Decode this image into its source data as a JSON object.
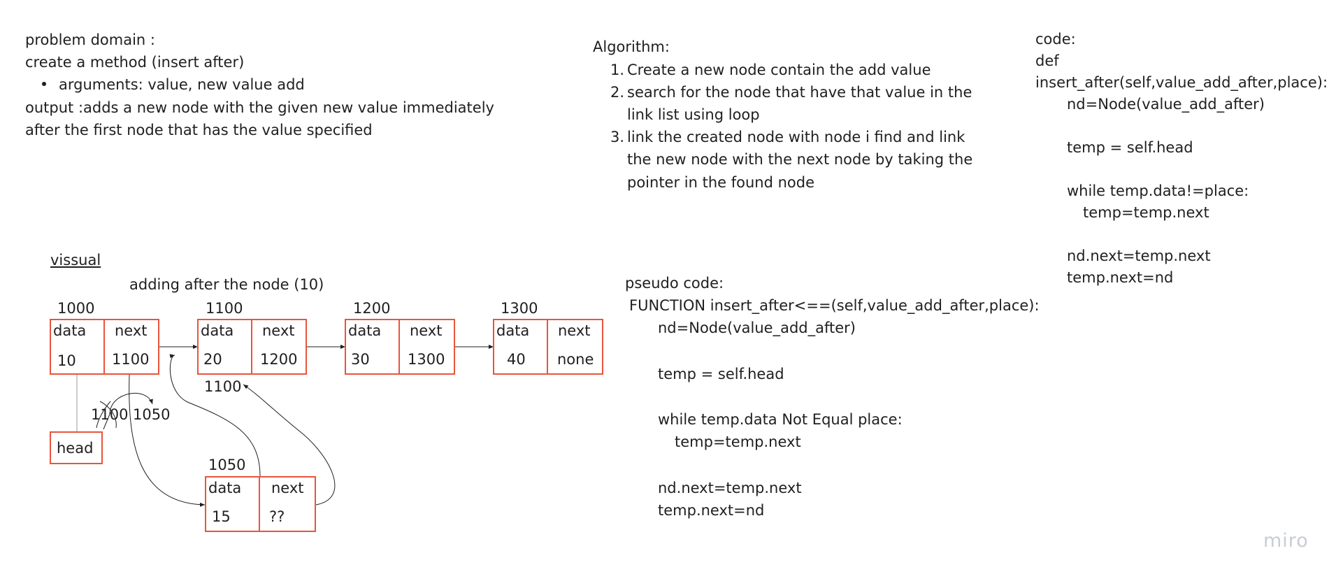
{
  "problem": {
    "heading": "problem domain :",
    "line1": "create a method (insert after)",
    "bullet": "arguments: value, new value add",
    "output1": "output :adds a new node with the given new value immediately",
    "output2": "after the first node that has the value specified"
  },
  "algorithm": {
    "heading": "Algorithm:",
    "steps": [
      {
        "num": "1.",
        "lines": [
          "Create a new node contain the add value"
        ]
      },
      {
        "num": "2.",
        "lines": [
          "search for the node that have that value in the",
          "link list using loop"
        ]
      },
      {
        "num": "3.",
        "lines": [
          "link the created node with node i find and link",
          "the new node with the next node by taking the",
          "pointer in the found node"
        ]
      }
    ]
  },
  "code": {
    "lines": [
      "code:",
      "def",
      "insert_after(self,value_add_after,place):",
      "nd=Node(value_add_after)",
      "",
      "temp = self.head",
      "",
      "while temp.data!=place:",
      "temp=temp.next",
      "",
      "nd.next=temp.next",
      "temp.next=nd"
    ]
  },
  "pseudo": {
    "heading": "pseudo code:",
    "func": "FUNCTION insert_after<==(self,value_add_after,place):",
    "lines": [
      "nd=Node(value_add_after)",
      "temp = self.head",
      "while temp.data Not Equal place:",
      "temp=temp.next",
      "nd.next=temp.next",
      "temp.next=nd"
    ]
  },
  "visual": {
    "title": "vissual",
    "subtitle": "adding after the node (10)",
    "nodes": [
      {
        "addr": "1000",
        "data_label": "data",
        "next_label": "next",
        "data": "10",
        "next": "1100"
      },
      {
        "addr": "1100",
        "data_label": "data",
        "next_label": "next",
        "data": "20",
        "next": "1200"
      },
      {
        "addr": "1200",
        "data_label": "data",
        "next_label": "next",
        "data": "30",
        "next": "1300"
      },
      {
        "addr": "1300",
        "data_label": "data",
        "next_label": "next",
        "data": "40",
        "next": "none"
      }
    ],
    "new_node": {
      "addr": "1050",
      "data_label": "data",
      "next_label": "next",
      "data": "15",
      "next": "??"
    },
    "head_label": "head",
    "struck_addr": "1100",
    "new_addr": "1050",
    "pointer_addr": "1100"
  },
  "watermark": "miro",
  "colors": {
    "node_border": "#e8553b",
    "text": "#1f1f1f",
    "watermark": "#c9cdd3"
  }
}
